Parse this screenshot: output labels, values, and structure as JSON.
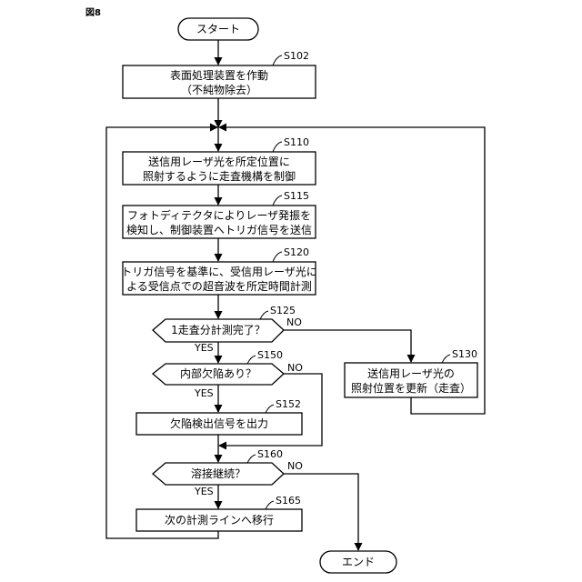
{
  "figure_label": "図8",
  "nodes": {
    "start": {
      "label": "スタート"
    },
    "s102": {
      "step": "S102",
      "lines": [
        "表面処理装置を作動",
        "（不純物除去）"
      ]
    },
    "s110": {
      "step": "S110",
      "lines": [
        "送信用レーザ光を所定位置に",
        "照射するように走査機構を制御"
      ]
    },
    "s115": {
      "step": "S115",
      "lines": [
        "フォトディテクタによりレーザ発振を",
        "検知し、制御装置へトリガ信号を送信"
      ]
    },
    "s120": {
      "step": "S120",
      "lines": [
        "トリガ信号を基準に、受信用レーザ光に",
        "よる受信点での超音波を所定時間計測"
      ]
    },
    "s125": {
      "step": "S125",
      "label": "1走査分計測完了？",
      "yes": "YES",
      "no": "NO"
    },
    "s130": {
      "step": "S130",
      "lines": [
        "送信用レーザ光の",
        "照射位置を更新（走査）"
      ]
    },
    "s150": {
      "step": "S150",
      "label": "内部欠陥あり？",
      "yes": "YES",
      "no": "NO"
    },
    "s152": {
      "step": "S152",
      "label": "欠陥検出信号を出力"
    },
    "s160": {
      "step": "S160",
      "label": "溶接継続？",
      "yes": "YES",
      "no": "NO"
    },
    "s165": {
      "step": "S165",
      "label": "次の計測ラインへ移行"
    },
    "end": {
      "label": "エンド"
    }
  }
}
